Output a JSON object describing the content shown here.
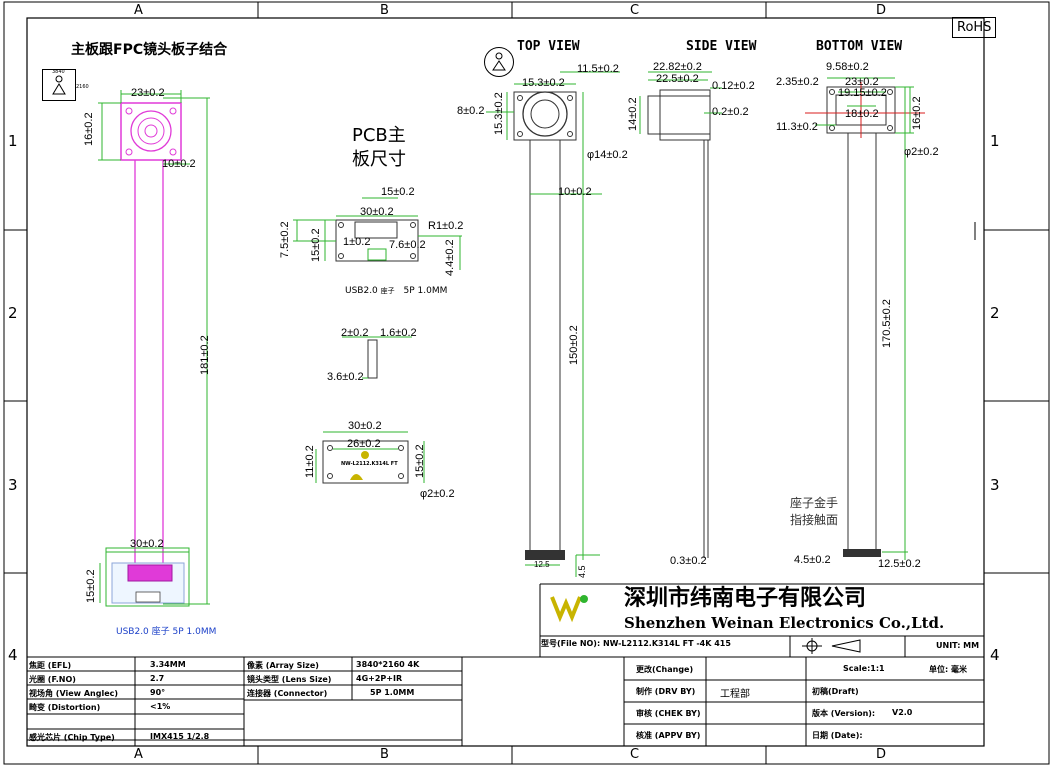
{
  "frame": {
    "cols": [
      "A",
      "B",
      "C",
      "D"
    ],
    "rows": [
      "1",
      "2",
      "3",
      "4"
    ],
    "rohs": "RoHS"
  },
  "left_panel": {
    "title": "主板跟FPC镜头板子结合",
    "icon_label_top": "3840",
    "icon_label_side": "2160",
    "dims": {
      "w23": "23±0.2",
      "h16": "16±0.2",
      "w10": "10±0.2",
      "len181": "181±0.2",
      "w30": "30±0.2",
      "h15": "15±0.2"
    },
    "connector": "USB2.0 座子 5P 1.0MM"
  },
  "pcb_panel": {
    "title_line1": "PCB主",
    "title_line2": "板尺寸",
    "dims": {
      "w15": "15±0.2",
      "w30": "30±0.2",
      "r1": "R1±0.2",
      "h75": "7.5±0.2",
      "h15": "15±0.2",
      "w1": "1±0.2",
      "w76": "7.6±0.2",
      "h44": "4.4±0.2",
      "s2": "2±0.2",
      "s16": "1.6±0.2",
      "s36": "3.6±0.2",
      "b30": "30±0.2",
      "b26": "26±0.2",
      "b11": "11±0.2",
      "b15": "15±0.2",
      "b2": "φ2±0.2",
      "model_small": "NW-L2112.K314L FT"
    },
    "connector_prefix": "USB2.0",
    "connector_mid": "座子",
    "connector_suffix": "5P 1.0MM"
  },
  "top_view": {
    "title": "TOP VIEW",
    "dims": {
      "w115": "11.5±0.2",
      "w153": "15.3±0.2",
      "h153": "15.3±0.2",
      "w8": "8±0.2",
      "d14": "φ14±0.2",
      "w10": "10±0.2",
      "len150": "150±0.2",
      "w125": "12.5",
      "h45": "4.5"
    }
  },
  "side_view": {
    "title": "SIDE VIEW",
    "dims": {
      "w2282": "22.82±0.2",
      "w225": "22.5±0.2",
      "w012": "0.12±0.2",
      "h14": "14±0.2",
      "w02": "0.2±0.2",
      "t03": "0.3±0.2"
    }
  },
  "bottom_view": {
    "title": "BOTTOM VIEW",
    "dims": {
      "w958": "9.58±0.2",
      "w235": "2.35±0.2",
      "w23": "23±0.2",
      "w1915": "19.15±0.2",
      "w18": "18±0.2",
      "h113": "11.3±0.2",
      "h16": "16±0.2",
      "d2": "φ2±0.2",
      "len1705": "170.5±0.2",
      "w45": "4.5±0.2",
      "w125": "12.5±0.2"
    },
    "note_line1": "座子金手",
    "note_line2": "指接触面"
  },
  "company": {
    "cn": "深圳市纬南电子有限公司",
    "en": "Shenzhen Weinan Electronics Co.,Ltd.",
    "file_no": "型号(File NO): NW-L2112.K314L FT -4K 415"
  },
  "specs": {
    "left": [
      {
        "k": "焦距 (EFL)",
        "v": "3.34MM"
      },
      {
        "k": "光圈 (F.NO)",
        "v": "2.7"
      },
      {
        "k": "视场角 (View Anglec)",
        "v": "90°"
      },
      {
        "k": "畸变 (Distortion)",
        "v": "<1%"
      },
      {
        "k": "感光芯片 (Chip Type)",
        "v": "IMX415 1/2.8"
      }
    ],
    "mid": [
      {
        "k": "像素 (Array Size)",
        "v": "3840*2160 4K"
      },
      {
        "k": "镜头类型 (Lens Size)",
        "v": "4G+2P+IR"
      },
      {
        "k": "连接器 (Connector)",
        "v": "5P 1.0MM"
      }
    ]
  },
  "title_block": {
    "unit": "UNIT: MM",
    "change": "更改(Change)",
    "scale": "Scale:1:1",
    "unit_cn": "单位: 毫米",
    "drv": "制作 (DRV BY)",
    "drv_val": "工程部",
    "draft": "初稿(Draft)",
    "chek": "审核 (CHEK BY)",
    "version_label": "版本 (Version):",
    "version": "V2.0",
    "appv": "核准 (APPV BY)",
    "date": "日期 (Date):"
  }
}
